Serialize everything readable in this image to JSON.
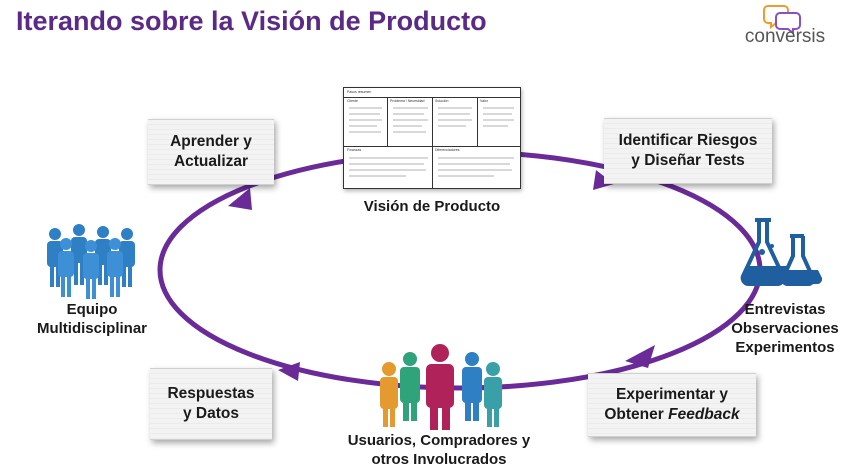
{
  "title": "Iterando sobre la Visión de Producto",
  "logo": {
    "text": "conversis",
    "icon": "speech-bubbles-icon",
    "colors": {
      "bubble_orange": "#f29a2e",
      "bubble_purple": "#8a4fc1"
    }
  },
  "center": {
    "caption": "Visión de Producto",
    "document": {
      "header": "Pasos resumen",
      "cells": [
        "Cliente",
        "Problema / Necesidad",
        "Solución",
        "Valor",
        "Finanzas",
        "Diferenciadores"
      ]
    }
  },
  "cards": {
    "aprender": {
      "line1": "Aprender y",
      "line2": "Actualizar"
    },
    "identificar": {
      "line1": "Identificar Riesgos",
      "line2": "y Diseñar Tests"
    },
    "respuestas": {
      "line1": "Respuestas",
      "line2": "y Datos"
    },
    "experimentar": {
      "line1": "Experimentar y",
      "line2_prefix": "Obtener ",
      "line2_italic": "Feedback"
    }
  },
  "labels": {
    "equipo": {
      "line1": "Equipo",
      "line2": "Multidisciplinar",
      "icon": "team-people-icon"
    },
    "usuarios": {
      "line1": "Usuarios, Compradores y",
      "line2": "otros Involucrados",
      "icon": "stakeholder-people-icon"
    },
    "entrevistas": {
      "line1": "Entrevistas",
      "line2": "Observaciones",
      "line3": "Experimentos",
      "icon": "lab-flasks-icon"
    }
  },
  "colors": {
    "title": "#5b2a86",
    "cycle": "#6a2b98",
    "team_blue": "#2f7fc4",
    "flask_blue": "#1f5f9f"
  }
}
